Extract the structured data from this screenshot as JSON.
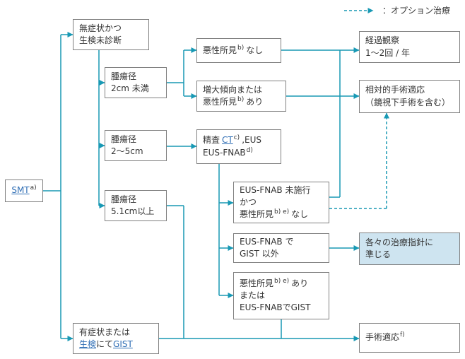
{
  "legend": {
    "label": "：オプション治療"
  },
  "colors": {
    "connector": "#1899B4",
    "link": "#2E6DB4",
    "text": "#333333",
    "box_border": "#808080",
    "highlight_fill": "#CEE4F0",
    "background": "#FFFFFF"
  },
  "nodes": {
    "smt": {
      "link": "SMT",
      "sup": "a)"
    },
    "asymptomatic": {
      "l1": "無症状かつ",
      "l2": "生検未診断"
    },
    "size_lt2cm": {
      "l1": "腫瘍径",
      "l2": "2cm 未満"
    },
    "size_2to5cm": {
      "l1": "腫瘍径",
      "l2": "2〜5cm"
    },
    "size_over5cm": {
      "l1": "腫瘍径",
      "l2": "5.1cm以上"
    },
    "no_malignant": {
      "pre": "悪性所見",
      "sup": "b)",
      "post": "なし"
    },
    "growth_or_malignant": {
      "l1": "増大傾向または",
      "pre": "悪性所見",
      "sup": "b)",
      "post": "あり"
    },
    "workup": {
      "pre": "精査",
      "link": "CT",
      "sup1": "c)",
      "post": ",EUS",
      "l2": "EUS-FNAB",
      "sup2": "d)"
    },
    "followup": {
      "l1": "経過観察",
      "l2": "1〜2回 / 年"
    },
    "relative_surgery": {
      "l1": "相対的手術適応",
      "l2": "（鏡視下手術を含む）"
    },
    "fnab_not_done": {
      "l1": "EUS-FNAB 未施行",
      "l2": "かつ",
      "pre": "悪性所見",
      "sup": "b) e)",
      "post": "なし"
    },
    "fnab_not_gist": {
      "l1": "EUS-FNAB で",
      "l2": "GIST 以外"
    },
    "malignant_or_gist": {
      "pre": "悪性所見",
      "sup": "b) e)",
      "post": "あり",
      "l2": "または",
      "l3": "EUS-FNABでGIST"
    },
    "per_guideline": {
      "l1": "各々の治療指針に",
      "l2": "準じる"
    },
    "symptomatic": {
      "l1": "有症状または",
      "link1": "生検",
      "mid": "にて",
      "link2": "GIST"
    },
    "surgery": {
      "label": "手術適応",
      "sup": "f)"
    }
  }
}
